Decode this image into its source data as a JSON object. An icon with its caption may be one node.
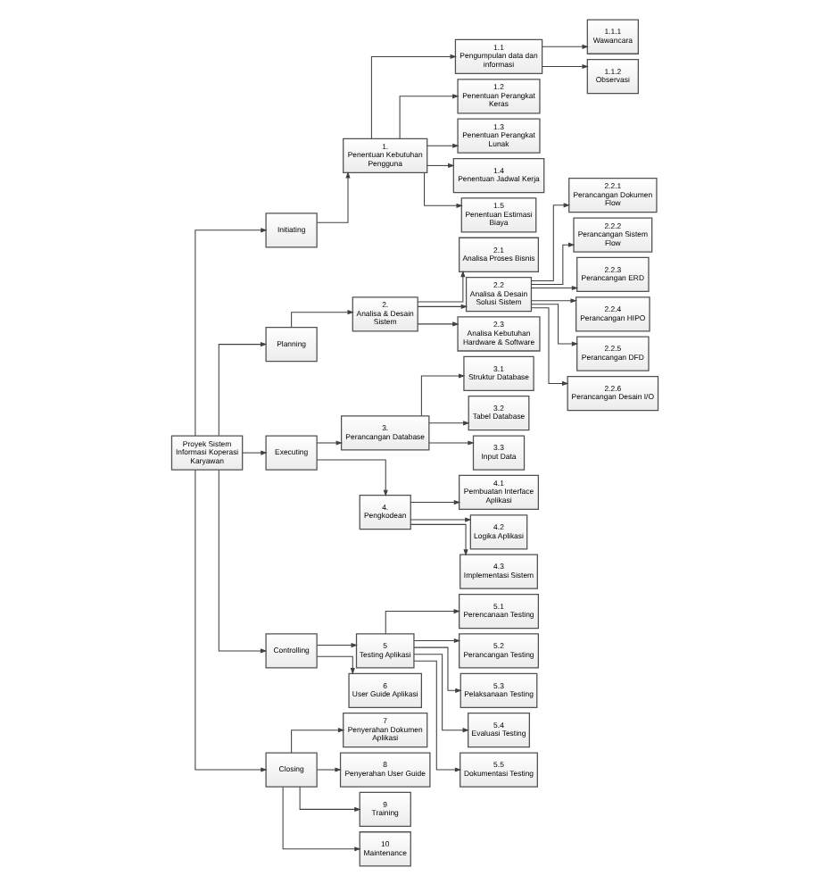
{
  "diagram": {
    "nodes": [
      {
        "text": [
          "Proyek Sistem Informasi Koperasi Karyawan"
        ]
      },
      {
        "text": [
          "Initiating"
        ]
      },
      {
        "text": [
          "1.",
          "Penentuan Kebutuhan Pengguna"
        ]
      },
      {
        "text": [
          "1.1",
          "Pengumpulan data dan informasi"
        ]
      },
      {
        "text": [
          "1.1.1",
          "Wawancara"
        ]
      },
      {
        "text": [
          "1.1.2",
          "Observasi"
        ]
      },
      {
        "text": [
          "1.2",
          "Penentuan Perangkat Keras"
        ]
      },
      {
        "text": [
          "1.3",
          "Penentuan Perangkat Lunak"
        ]
      },
      {
        "text": [
          "1.4",
          "Penentuan Jadwal Kerja"
        ]
      },
      {
        "text": [
          "1.5",
          "Penentuan Estimasi Biaya"
        ]
      },
      {
        "text": [
          "Planning"
        ]
      },
      {
        "text": [
          "2.",
          "Analisa & Desain Sistem"
        ]
      },
      {
        "text": [
          "2.1",
          "Analisa Proses Bisnis"
        ]
      },
      {
        "text": [
          "2.2",
          "Analisa & Desain Solusi Sistem"
        ]
      },
      {
        "text": [
          "2.2.1",
          "Perancangan Dokumen Flow"
        ]
      },
      {
        "text": [
          "2.2.2",
          "Perancangan Sistem Flow"
        ]
      },
      {
        "text": [
          "2.2.3",
          "Perancangan ERD"
        ]
      },
      {
        "text": [
          "2.2.4",
          "Perancangan HIPO"
        ]
      },
      {
        "text": [
          "2.2.5",
          "Perancangan DFD"
        ]
      },
      {
        "text": [
          "2.2.6",
          "Perancangan Desain I/O"
        ]
      },
      {
        "text": [
          "2.3",
          "Analisa Kebutuhan Hardware & Software"
        ]
      },
      {
        "text": [
          "Executing"
        ]
      },
      {
        "text": [
          "3.",
          "Perancangan Database"
        ]
      },
      {
        "text": [
          "3.1",
          "Struktur Database"
        ]
      },
      {
        "text": [
          "3.2",
          "Tabel Database"
        ]
      },
      {
        "text": [
          "3.3",
          "Input Data"
        ]
      },
      {
        "text": [
          "4.",
          "Pengkodean"
        ]
      },
      {
        "text": [
          "4.1",
          "Pembuatan Interface Aplikasi"
        ]
      },
      {
        "text": [
          "4.2",
          "Logika Aplikasi"
        ]
      },
      {
        "text": [
          "4.3",
          "Implementasi Sistem"
        ]
      },
      {
        "text": [
          "Controlling"
        ]
      },
      {
        "text": [
          "5",
          "Testing Aplikasi"
        ]
      },
      {
        "text": [
          "6",
          "User Guide Aplikasi"
        ]
      },
      {
        "text": [
          "5.1",
          "Perencanaan Testing"
        ]
      },
      {
        "text": [
          "5.2",
          "Perancangan Testing"
        ]
      },
      {
        "text": [
          "5.3",
          "Pelaksanaan Testing"
        ]
      },
      {
        "text": [
          "5.4",
          "Evaluasi Testing"
        ]
      },
      {
        "text": [
          "5.5",
          "Dokumentasi Testing"
        ]
      },
      {
        "text": [
          "Closing"
        ]
      },
      {
        "text": [
          "7",
          "Penyerahan Dokumen Aplikasi"
        ]
      },
      {
        "text": [
          "8",
          "Penyerahan User Guide"
        ]
      },
      {
        "text": [
          "9",
          "Training"
        ]
      },
      {
        "text": [
          "10",
          "Maintenance"
        ]
      }
    ],
    "edges": [
      {
        "from": 0,
        "to": 1,
        "arrow": "to"
      },
      {
        "from": 1,
        "to": 2,
        "arrow": "to"
      },
      {
        "from": 2,
        "to": 3,
        "arrow": "to"
      },
      {
        "from": 3,
        "to": 4,
        "arrow": "to"
      },
      {
        "from": 3,
        "to": 5,
        "arrow": "to"
      },
      {
        "from": 2,
        "to": 6,
        "arrow": "to"
      },
      {
        "from": 2,
        "to": 7,
        "arrow": "to"
      },
      {
        "from": 2,
        "to": 8,
        "arrow": "to"
      },
      {
        "from": 2,
        "to": 9,
        "arrow": "to"
      },
      {
        "from": 0,
        "to": 10,
        "arrow": "to"
      },
      {
        "from": 10,
        "to": 11,
        "arrow": "to"
      },
      {
        "from": 11,
        "to": 12,
        "arrow": "to"
      },
      {
        "from": 11,
        "to": 13,
        "arrow": "to"
      },
      {
        "from": 13,
        "to": 14,
        "arrow": "to"
      },
      {
        "from": 13,
        "to": 15,
        "arrow": "to"
      },
      {
        "from": 13,
        "to": 16,
        "arrow": "to"
      },
      {
        "from": 13,
        "to": 17,
        "arrow": "to"
      },
      {
        "from": 13,
        "to": 18,
        "arrow": "to"
      },
      {
        "from": 13,
        "to": 19,
        "arrow": "to"
      },
      {
        "from": 11,
        "to": 20,
        "arrow": "to"
      },
      {
        "from": 0,
        "to": 21,
        "arrow": "to"
      },
      {
        "from": 21,
        "to": 22,
        "arrow": "to"
      },
      {
        "from": 22,
        "to": 23,
        "arrow": "to"
      },
      {
        "from": 22,
        "to": 24,
        "arrow": "to"
      },
      {
        "from": 22,
        "to": 25,
        "arrow": "to"
      },
      {
        "from": 21,
        "to": 26,
        "arrow": "to"
      },
      {
        "from": 26,
        "to": 27,
        "arrow": "to"
      },
      {
        "from": 26,
        "to": 28,
        "arrow": "to"
      },
      {
        "from": 26,
        "to": 29,
        "arrow": "to"
      },
      {
        "from": 0,
        "to": 30,
        "arrow": "to"
      },
      {
        "from": 30,
        "to": 31,
        "arrow": "to"
      },
      {
        "from": 30,
        "to": 32,
        "arrow": "to"
      },
      {
        "from": 31,
        "to": 33,
        "arrow": "to"
      },
      {
        "from": 31,
        "to": 34,
        "arrow": "to"
      },
      {
        "from": 31,
        "to": 35,
        "arrow": "to"
      },
      {
        "from": 31,
        "to": 36,
        "arrow": "to"
      },
      {
        "from": 31,
        "to": 37,
        "arrow": "to"
      },
      {
        "from": 0,
        "to": 38,
        "arrow": "to"
      },
      {
        "from": 38,
        "to": 39,
        "arrow": "to"
      },
      {
        "from": 38,
        "to": 40,
        "arrow": "to"
      },
      {
        "from": 38,
        "to": 41,
        "arrow": "to"
      },
      {
        "from": 38,
        "to": 42,
        "arrow": "to"
      }
    ]
  }
}
